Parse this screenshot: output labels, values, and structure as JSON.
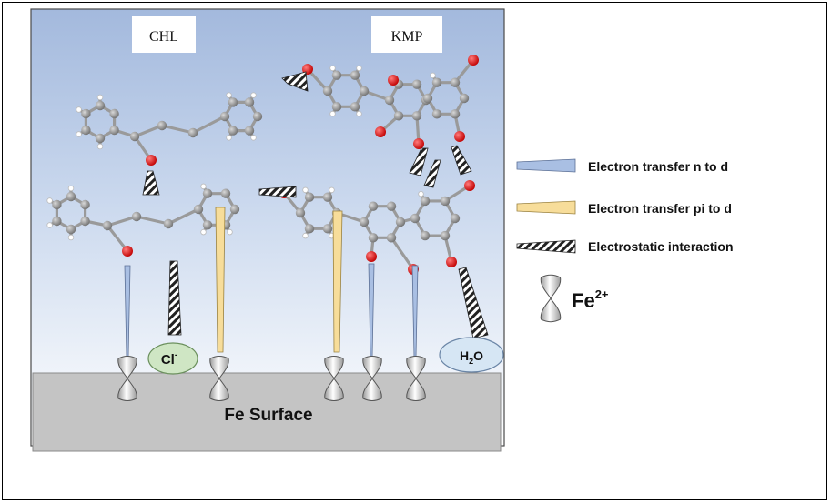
{
  "labels": {
    "molecule_left": "CHL",
    "molecule_right": "KMP",
    "surface": "Fe Surface",
    "chloride": "Cl",
    "chloride_charge": "-",
    "water_h": "H",
    "water_sub": "2",
    "water_o": "O"
  },
  "legend": {
    "n_to_d": "Electron transfer n to d",
    "pi_to_d": "Electron transfer pi to d",
    "electrostatic": "Electrostatic interaction",
    "fe_ion": "Fe",
    "fe_ion_charge": "2+"
  },
  "colors": {
    "n_to_d": "#a9bfe3",
    "pi_to_d": "#f7dd9a",
    "electrostatic": "#222222",
    "surface": "#c4c4c4",
    "carbon": "#8a8a8a",
    "oxygen": "#e01010",
    "chloride_fill": "#cfe6c4",
    "water_fill": "#d6e6f4"
  }
}
